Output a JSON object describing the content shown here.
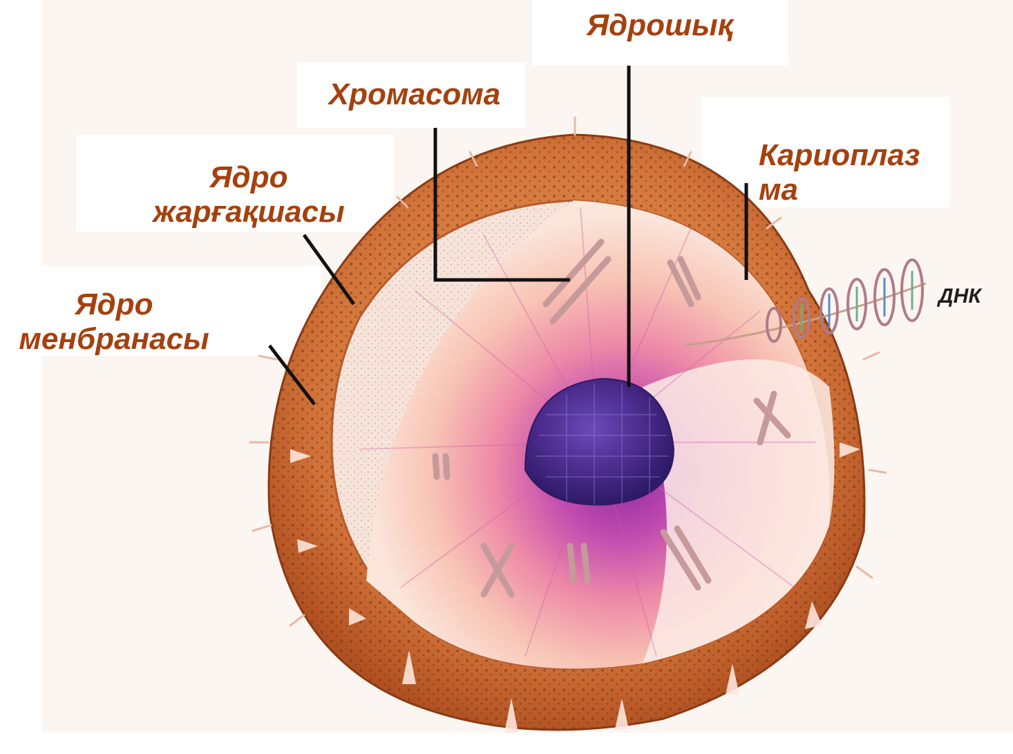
{
  "labels": {
    "nucleolus": "Ядрошық",
    "chromosome": "Хромасома",
    "envelope_line1": "Ядро",
    "envelope_line2": "жарғақшасы",
    "karyoplasm_line1": "Кариоплаз",
    "karyoplasm_line2": "ма",
    "membrane_line1": "Ядро",
    "membrane_line2": "менбранасы",
    "dna": "ДНК"
  },
  "caption": "",
  "colors": {
    "label_text": "#a5410f",
    "leader_line": "#111111",
    "shell": "#c8682c",
    "nucleolus": "#4a2a8a",
    "karyoplasm": "#f0a090",
    "caption_text": "#2a2aa0"
  }
}
